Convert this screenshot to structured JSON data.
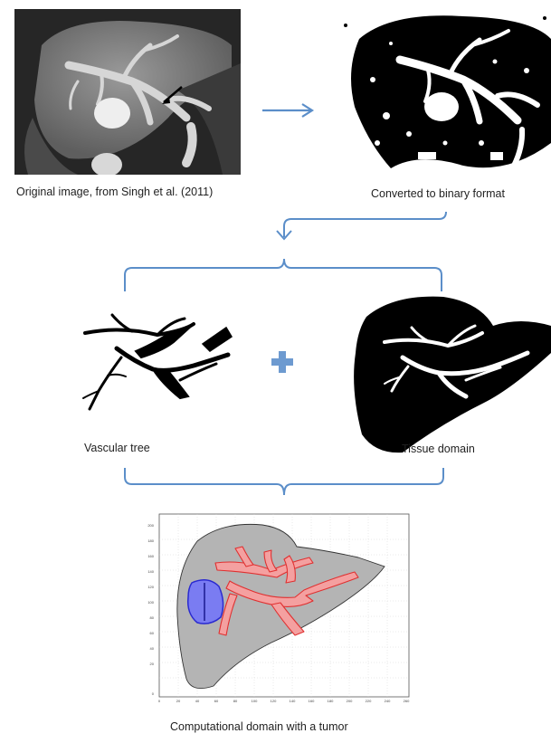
{
  "captions": {
    "original": "Original image, from Singh et al. (2011)",
    "binary": "Converted to binary format",
    "vascular": "Vascular tree",
    "tissue": "Tissue domain",
    "computational": "Computational domain with a tumor"
  },
  "plot_ticks": {
    "y": [
      "200",
      "180",
      "160",
      "140",
      "120",
      "100",
      "80",
      "60",
      "40",
      "20",
      "0"
    ],
    "x": [
      "0",
      "20",
      "40",
      "60",
      "80",
      "100",
      "120",
      "140",
      "160",
      "180",
      "200",
      "220",
      "240",
      "260"
    ]
  },
  "colors": {
    "connector": "#5b8ec9",
    "plus": "#6d9ad0",
    "tissue_fill": "#b4b4b4",
    "vessel_fill": "#f4a0a0",
    "vessel_stroke": "#e03030",
    "tumor_fill": "#7a7cf2",
    "tumor_stroke": "#2a2ad0"
  }
}
